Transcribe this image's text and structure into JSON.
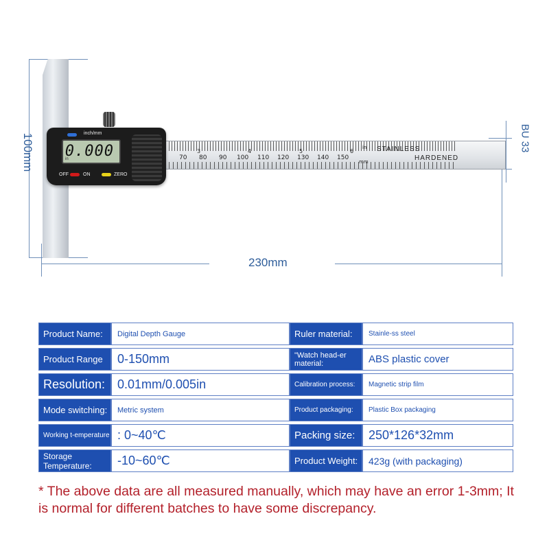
{
  "dimensions": {
    "height_label": "100mm",
    "width_label": "230mm",
    "thickness_label": "BU 33"
  },
  "gauge": {
    "display_value": "0.000",
    "display_unit": "in",
    "unit_button_label": "inch/mm",
    "off_label": "OFF",
    "on_label": "ON",
    "zero_label": "ZERO",
    "ruler_numbers_mm": [
      "70",
      "80",
      "90",
      "100",
      "110",
      "120",
      "130",
      "140",
      "150"
    ],
    "ruler_numbers_in": [
      "3",
      "4",
      "5",
      "6"
    ],
    "ruler_in_label": "in",
    "ruler_mm_label": "mm",
    "stainless_label": "STAINLESS",
    "hardened_label": "HARDENED"
  },
  "specs": [
    {
      "label": "Product Name:",
      "value": "Digital Depth Gauge"
    },
    {
      "label": "Ruler material:",
      "value": "Stainle-ss steel"
    },
    {
      "label": "Product Range",
      "value": "0-150mm"
    },
    {
      "label": "\"Watch head-er material:",
      "value": "ABS plastic cover"
    },
    {
      "label": "Resolution:",
      "value": "0.01mm/0.005in"
    },
    {
      "label": "Calibration process:",
      "value": "Magnetic strip film"
    },
    {
      "label": "Mode switching:",
      "value": "Metric system"
    },
    {
      "label": "Product packaging:",
      "value": "Plastic Box packaging"
    },
    {
      "label": "Working t-emperature",
      "value": ": 0~40℃"
    },
    {
      "label": "Packing size:",
      "value": "250*126*32mm"
    },
    {
      "label": "Storage Temperature:",
      "value": "-10~60℃"
    },
    {
      "label": "Product Weight:",
      "value": "423g (with packaging)"
    }
  ],
  "footnote": "* The above data are all measured manually, which may have an error 1-3mm; It is normal for different batches to have some discrepancy.",
  "colors": {
    "label_bg": "#1e4fb0",
    "value_text": "#1e4fb0",
    "note_text": "#b3202a",
    "dimension_line": "#6f8fb8"
  }
}
